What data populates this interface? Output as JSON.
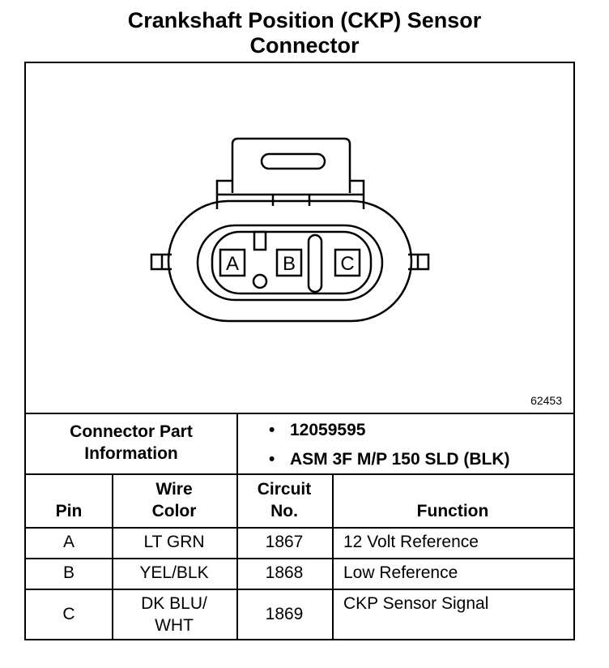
{
  "title_line1": "Crankshaft Position (CKP) Sensor",
  "title_line2": "Connector",
  "figure_id": "62453",
  "connector": {
    "pins": [
      "A",
      "B",
      "C"
    ]
  },
  "part_info": {
    "label_line1": "Connector Part",
    "label_line2": "Information",
    "items": [
      "12059595",
      "ASM 3F M/P 150 SLD (BLK)"
    ],
    "bullet": "•"
  },
  "table": {
    "headers": {
      "pin": "Pin",
      "wire_line1": "Wire",
      "wire_line2": "Color",
      "circuit_line1": "Circuit",
      "circuit_line2": "No.",
      "function": "Function"
    },
    "rows": [
      {
        "pin": "A",
        "wire_line1": "LT GRN",
        "wire_line2": "",
        "circuit": "1867",
        "function": "12 Volt Reference"
      },
      {
        "pin": "B",
        "wire_line1": "YEL/BLK",
        "wire_line2": "",
        "circuit": "1868",
        "function": "Low Reference"
      },
      {
        "pin": "C",
        "wire_line1": "DK BLU/",
        "wire_line2": "WHT",
        "circuit": "1869",
        "function": "CKP Sensor Signal"
      }
    ]
  }
}
